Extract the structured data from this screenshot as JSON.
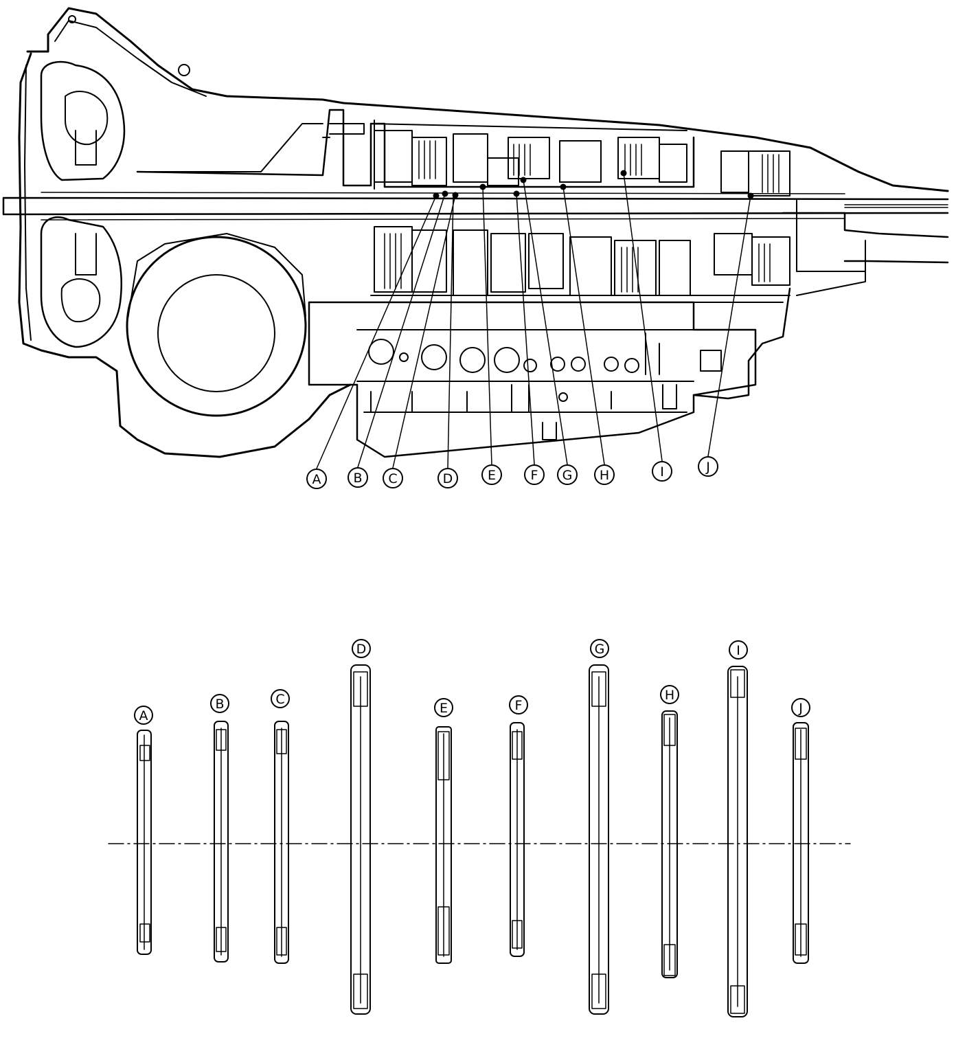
{
  "callouts_top": [
    "A",
    "B",
    "C",
    "D",
    "E",
    "F",
    "G",
    "H",
    "I",
    "J"
  ],
  "callouts_bottom": [
    "A",
    "B",
    "C",
    "D",
    "E",
    "F",
    "G",
    "H",
    "I",
    "J"
  ]
}
